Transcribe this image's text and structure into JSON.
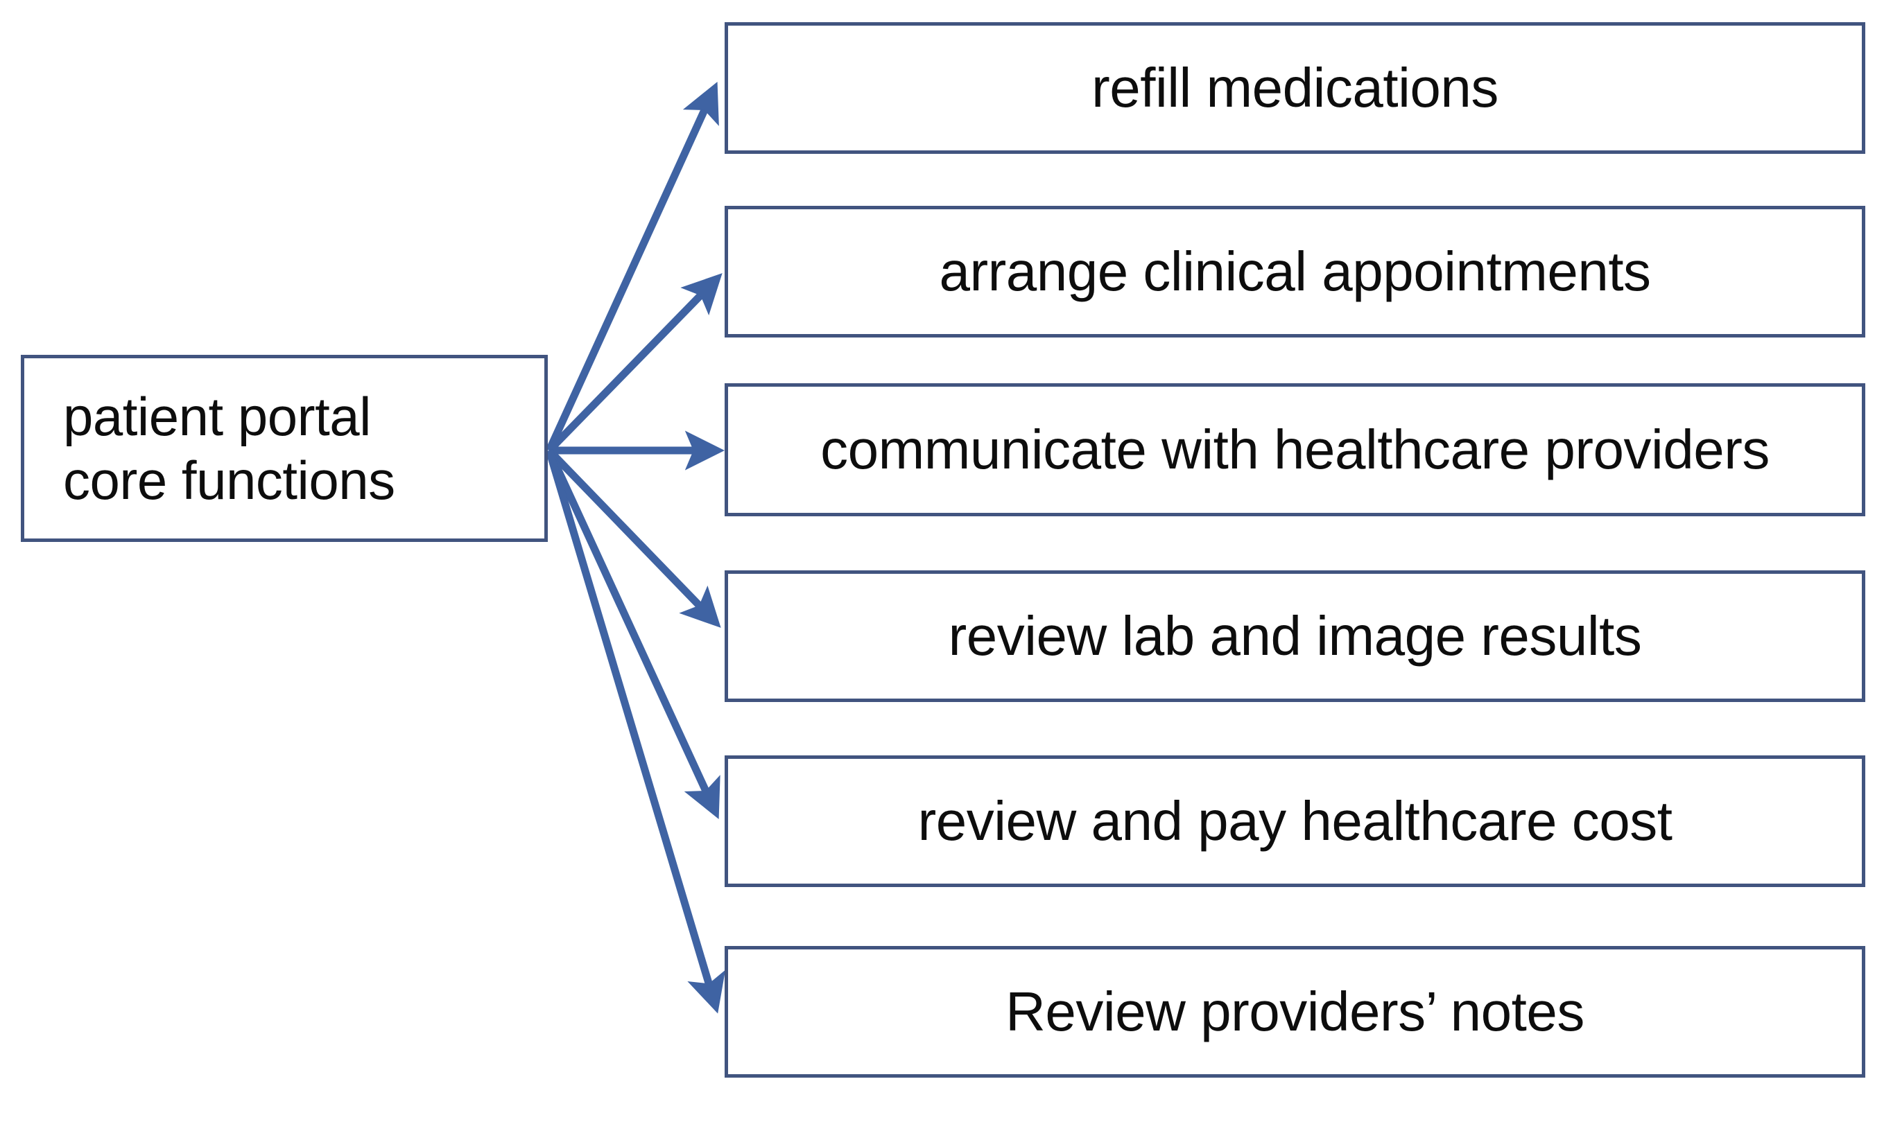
{
  "diagram": {
    "type": "fan-out-flow",
    "colors": {
      "box_border": "#41547f",
      "arrow": "#3f63a3",
      "text": "#0d0d0d",
      "background": "#ffffff"
    },
    "source": {
      "id": "patient-portal-core-functions",
      "label": "patient portal\ncore functions"
    },
    "targets": [
      {
        "id": "refill-medications",
        "label": "refill medications"
      },
      {
        "id": "arrange-clinical-appointments",
        "label": "arrange clinical appointments"
      },
      {
        "id": "communicate-with-providers",
        "label": "communicate with healthcare providers"
      },
      {
        "id": "review-lab-and-image-results",
        "label": "review lab and image results"
      },
      {
        "id": "review-and-pay-healthcare-cost",
        "label": "review and pay healthcare cost"
      },
      {
        "id": "review-providers-notes",
        "label": "Review providers’ notes"
      }
    ],
    "connectors": [
      {
        "from": "patient-portal-core-functions",
        "to": "refill-medications"
      },
      {
        "from": "patient-portal-core-functions",
        "to": "arrange-clinical-appointments"
      },
      {
        "from": "patient-portal-core-functions",
        "to": "communicate-with-providers"
      },
      {
        "from": "patient-portal-core-functions",
        "to": "review-lab-and-image-results"
      },
      {
        "from": "patient-portal-core-functions",
        "to": "review-and-pay-healthcare-cost"
      },
      {
        "from": "patient-portal-core-functions",
        "to": "review-providers-notes"
      }
    ]
  }
}
